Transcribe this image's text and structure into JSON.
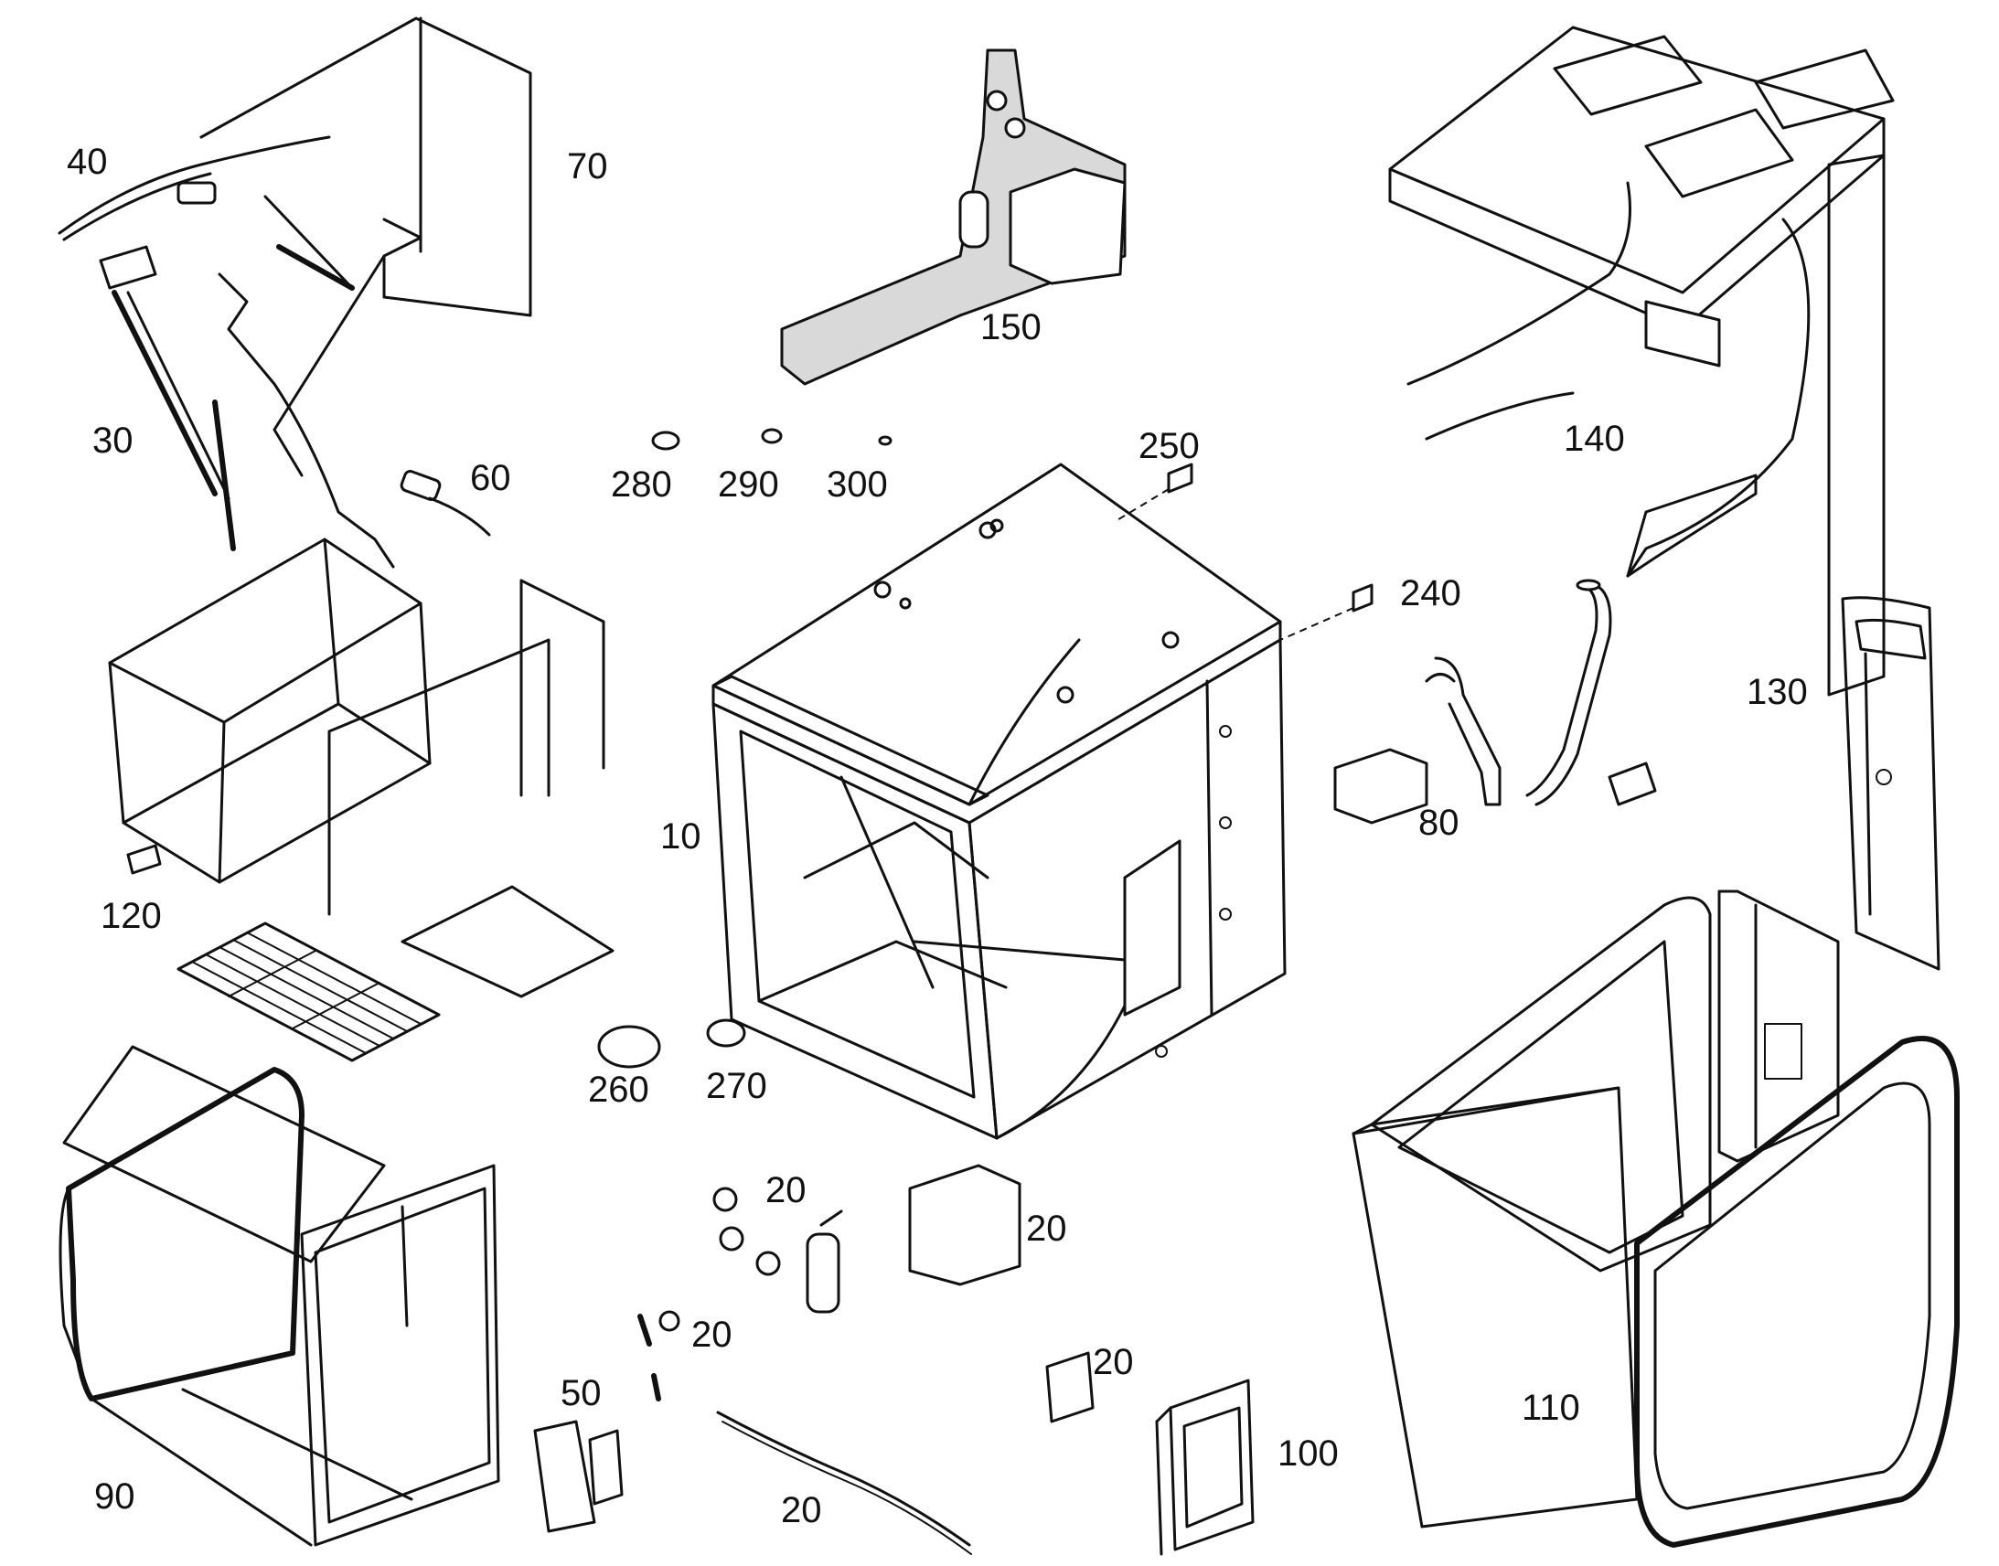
{
  "diagram": {
    "callouts": [
      {
        "id": "p10",
        "label": "10"
      },
      {
        "id": "p20a",
        "label": "20"
      },
      {
        "id": "p20b",
        "label": "20"
      },
      {
        "id": "p20c",
        "label": "20"
      },
      {
        "id": "p20d",
        "label": "20"
      },
      {
        "id": "p20e",
        "label": "20"
      },
      {
        "id": "p30",
        "label": "30"
      },
      {
        "id": "p40",
        "label": "40"
      },
      {
        "id": "p50",
        "label": "50"
      },
      {
        "id": "p60",
        "label": "60"
      },
      {
        "id": "p70",
        "label": "70"
      },
      {
        "id": "p80",
        "label": "80"
      },
      {
        "id": "p90",
        "label": "90"
      },
      {
        "id": "p100",
        "label": "100"
      },
      {
        "id": "p110",
        "label": "110"
      },
      {
        "id": "p120",
        "label": "120"
      },
      {
        "id": "p130",
        "label": "130"
      },
      {
        "id": "p140",
        "label": "140"
      },
      {
        "id": "p150",
        "label": "150"
      },
      {
        "id": "p240",
        "label": "240"
      },
      {
        "id": "p250",
        "label": "250"
      },
      {
        "id": "p260",
        "label": "260"
      },
      {
        "id": "p270",
        "label": "270"
      },
      {
        "id": "p280",
        "label": "280"
      },
      {
        "id": "p290",
        "label": "290"
      },
      {
        "id": "p300",
        "label": "300"
      }
    ]
  }
}
